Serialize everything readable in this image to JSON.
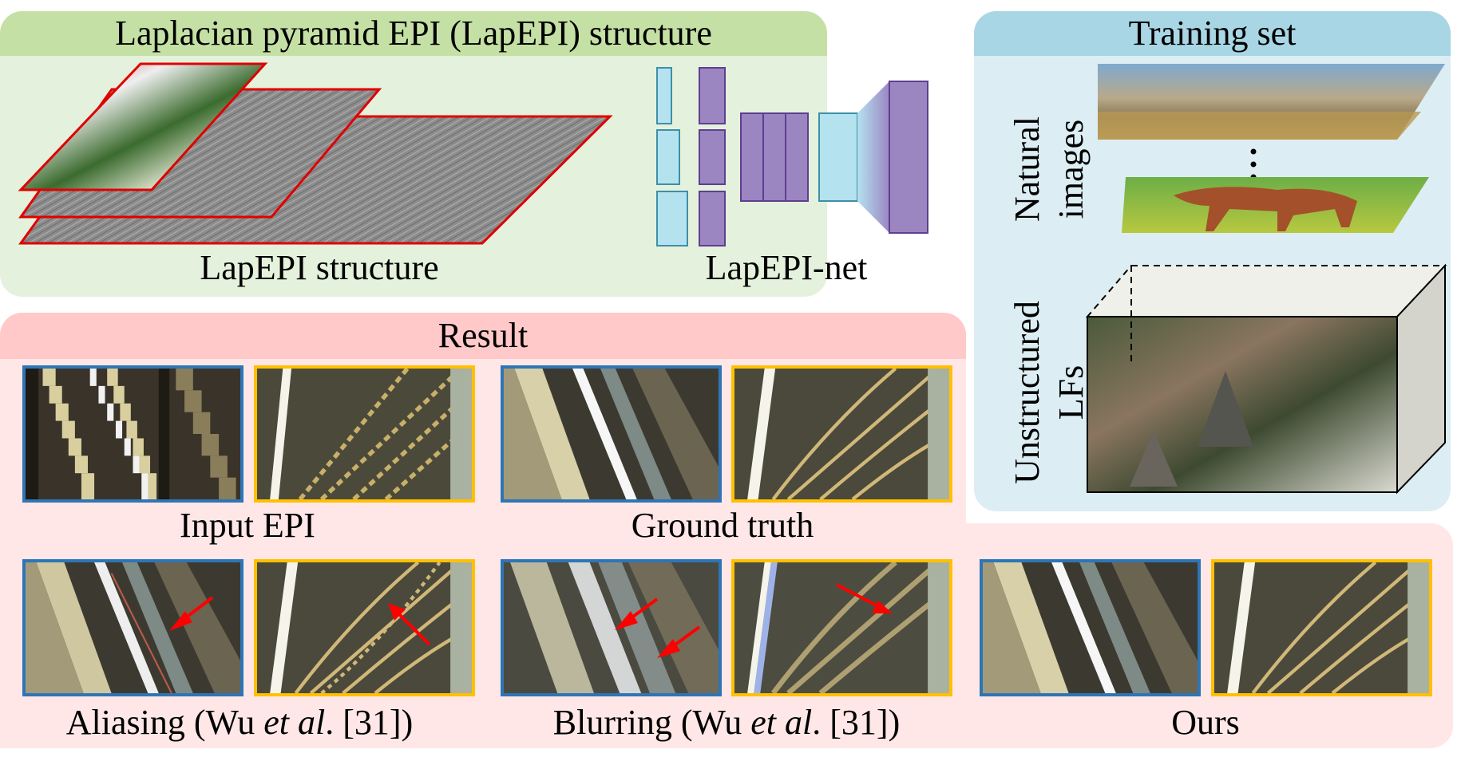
{
  "lapepi_panel": {
    "title": "Laplacian pyramid EPI (LapEPI) structure",
    "structure_label": "LapEPI structure",
    "net_label": "LapEPI-net"
  },
  "training_panel": {
    "title": "Training set",
    "natural_label_line1": "Natural",
    "natural_label_line2": "images",
    "unstructured_label_line1": "Unstructured",
    "unstructured_label_line2": "LFs"
  },
  "result_panel": {
    "title": "Result",
    "captions": {
      "input": "Input EPI",
      "ground_truth": "Ground truth",
      "aliasing_prefix": "Aliasing (Wu ",
      "aliasing_italic": "et al",
      "aliasing_suffix": ". [31])",
      "blurring_prefix": "Blurring (Wu ",
      "blurring_italic": "et al",
      "blurring_suffix": ". [31])",
      "ours": "Ours"
    }
  },
  "colors": {
    "green_header": "#c5e0a5",
    "green_body": "#e4f1dc",
    "blue_header": "#a9d6e4",
    "blue_body": "#dcedf3",
    "pink_header": "#ffc9c9",
    "pink_body": "#ffe7e7",
    "blue_frame": "#2e75b6",
    "gold_frame": "#ffc000",
    "net_cyan": "#b4e2ef",
    "net_purple": "#9b86c2",
    "arrow_red": "#ff0000"
  }
}
